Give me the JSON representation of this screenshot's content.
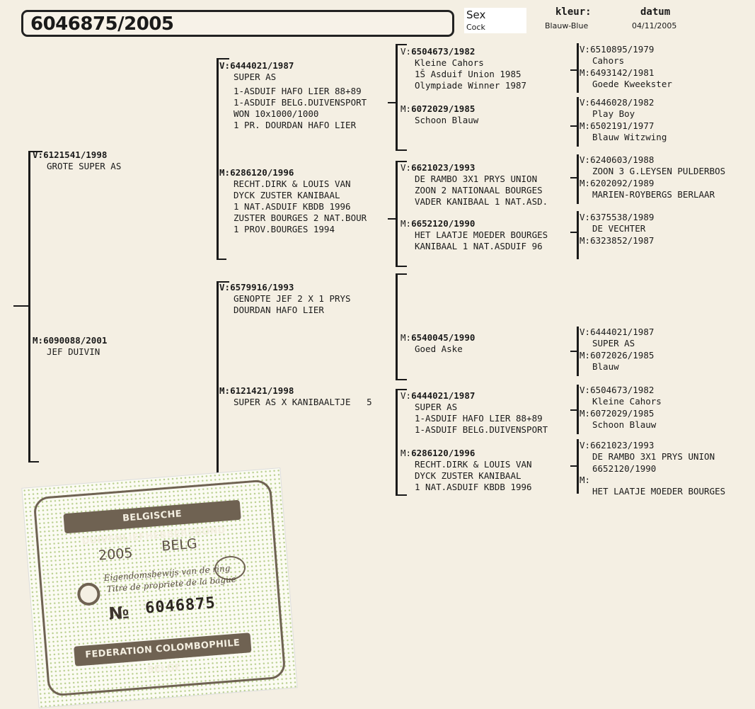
{
  "header": {
    "ring_number": "6046875/2005",
    "sex_label": "Sex",
    "sex_value": "Cock",
    "color_label": "kleur:",
    "color_value": "Blauw-Blue",
    "date_label": "datum",
    "date_value": "04/11/2005"
  },
  "gen1": {
    "sire": {
      "p": "V:",
      "ring": "6121541/1998",
      "lines": [
        "GROTE SUPER AS"
      ]
    },
    "dam": {
      "p": "M:",
      "ring": "6090088/2001",
      "lines": [
        "JEF DUIVIN"
      ]
    }
  },
  "gen2": {
    "ss": {
      "p": "V:",
      "ring": "6444021/1987",
      "lines": [
        "SUPER AS",
        "1-ASDUIF HAFO LIER 88+89",
        "1-ASDUIF BELG.DUIVENSPORT",
        "WON 10x1000/1000",
        "1 PR. DOURDAN HAFO LIER"
      ]
    },
    "sd": {
      "p": "M:",
      "ring": "6286120/1996",
      "lines": [
        "RECHT.DIRK & LOUIS VAN",
        "DYCK ZUSTER KANIBAAL",
        "1 NAT.ASDUIF KBDB 1996",
        "ZUSTER BOURGES 2 NAT.BOUR",
        "1 PROV.BOURGES 1994"
      ]
    },
    "ds": {
      "p": "V:",
      "ring": "6579916/1993",
      "lines": [
        "GENOPTE JEF 2 X 1 PRYS",
        "DOURDAN HAFO LIER"
      ]
    },
    "dd": {
      "p": "M:",
      "ring": "6121421/1998",
      "lines": [
        "SUPER AS X KANIBAALTJE   5"
      ]
    }
  },
  "gen3": {
    "sss": {
      "p": "V:",
      "ring": "6504673/1982",
      "lines": [
        "Kleine Cahors",
        "1Š Asduif Union 1985",
        "Olympiade Winner 1987"
      ]
    },
    "ssd": {
      "p": "M:",
      "ring": "6072029/1985",
      "lines": [
        "Schoon Blauw"
      ]
    },
    "sds": {
      "p": "V:",
      "ring": "6621023/1993",
      "lines": [
        "DE RAMBO 3X1 PRYS UNION",
        "ZOON 2 NATIONAAL BOURGES",
        "VADER KANIBAAL 1 NAT.ASD."
      ]
    },
    "sdd": {
      "p": "M:",
      "ring": "6652120/1990",
      "lines": [
        "HET LAATJE MOEDER BOURGES",
        "KANIBAAL 1 NAT.ASDUIF 96"
      ]
    },
    "dsd": {
      "p": "M:",
      "ring": "6540045/1990",
      "lines": [
        "Goed Aske"
      ]
    },
    "dds": {
      "p": "V:",
      "ring": "6444021/1987",
      "lines": [
        "SUPER AS",
        "1-ASDUIF HAFO LIER 88+89",
        "1-ASDUIF BELG.DUIVENSPORT"
      ]
    },
    "ddd": {
      "p": "M:",
      "ring": "6286120/1996",
      "lines": [
        "RECHT.DIRK & LOUIS VAN",
        "DYCK ZUSTER KANIBAAL",
        "1 NAT.ASDUIF KBDB 1996"
      ]
    }
  },
  "gen4": {
    "a": {
      "p": "V:",
      "ring": "6510895/1979",
      "name": "Cahors"
    },
    "b": {
      "p": "M:",
      "ring": "6493142/1981",
      "name": "Goede Kweekster"
    },
    "c": {
      "p": "V:",
      "ring": "6446028/1982",
      "name": "Play Boy"
    },
    "d": {
      "p": "M:",
      "ring": "6502191/1977",
      "name": "Blauw Witzwing"
    },
    "e": {
      "p": "V:",
      "ring": "6240603/1988",
      "name": "ZOON 3 G.LEYSEN PULDERBOS"
    },
    "f": {
      "p": "M:",
      "ring": "6202092/1989",
      "name": "MARIEN-ROYBERGS BERLAAR"
    },
    "g": {
      "p": "V:",
      "ring": "6375538/1989",
      "name": "DE VECHTER"
    },
    "h": {
      "p": "M:",
      "ring": "6323852/1987",
      "name": ""
    },
    "i": {
      "p": "V:",
      "ring": "6444021/1987",
      "name": "SUPER AS"
    },
    "j": {
      "p": "M:",
      "ring": "6072026/1985",
      "name": "Blauw"
    },
    "k": {
      "p": "V:",
      "ring": "6504673/1982",
      "name": "Kleine Cahors"
    },
    "l": {
      "p": "M:",
      "ring": "6072029/1985",
      "name": "Schoon Blauw"
    },
    "m": {
      "p": "V:",
      "ring": "6621023/1993",
      "name": "DE RAMBO 3X1 PRYS UNION"
    },
    "n": {
      "p": "M:",
      "ring": "6652120/1990",
      "name": "HET LAATJE MOEDER BOURGES"
    }
  },
  "card": {
    "top_banner": "BELGISCHE DUIVENLIEFHEBBERSBOND",
    "year": "2005",
    "country": "BELG",
    "line1": "Eigendomsbewijs van de ring",
    "line2": "Titre de propriete de la bague",
    "no_symbol": "№",
    "ring_digits": "6046875",
    "bottom_banner": "FEDERATION COLOMBOPHILE BELGE"
  }
}
